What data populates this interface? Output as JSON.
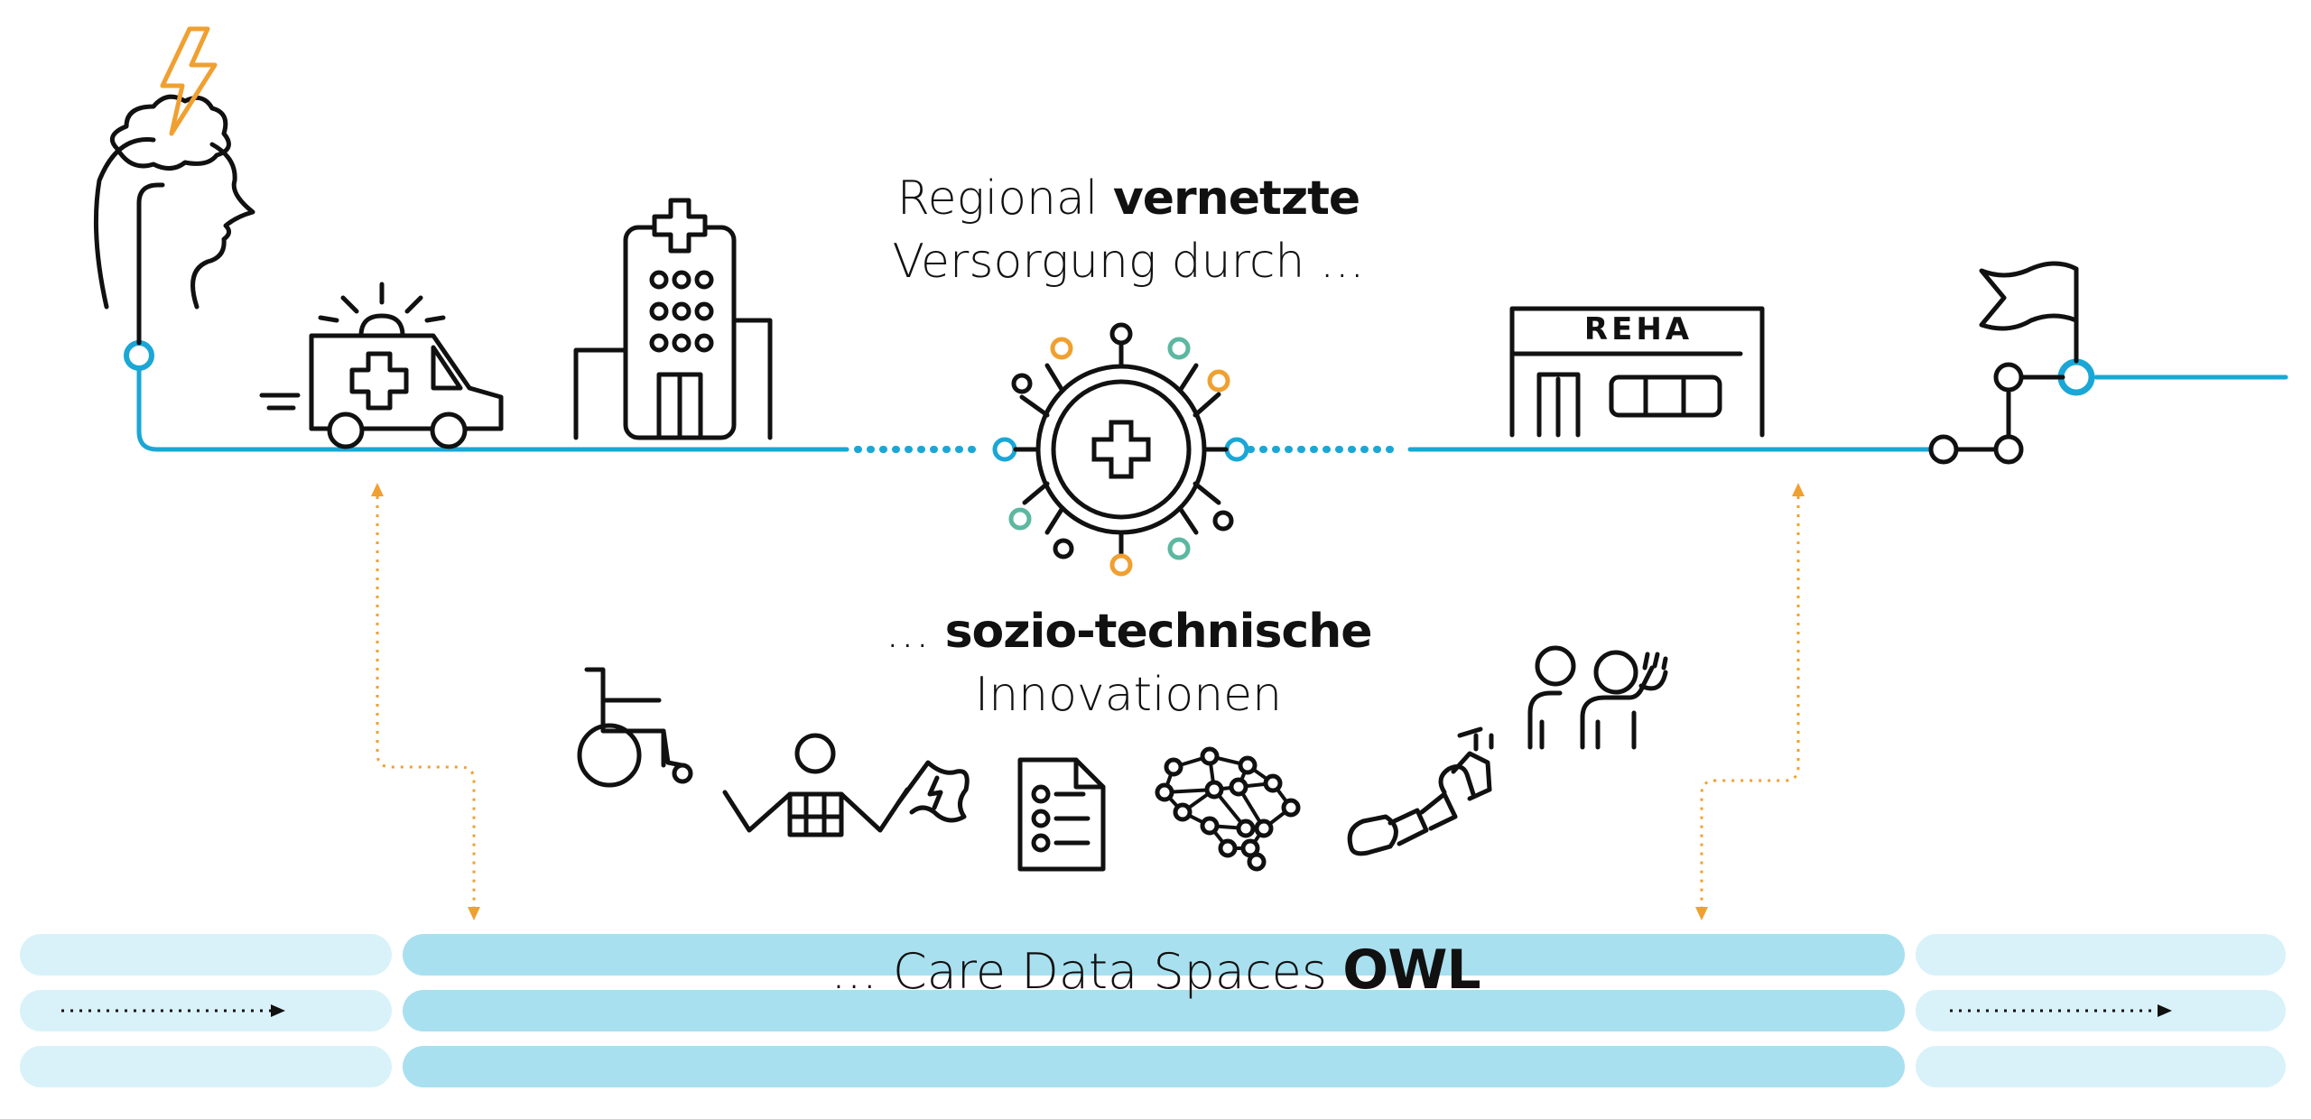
{
  "headline": {
    "line1_plain": "Regional ",
    "line1_bold": "vernetzte",
    "line2": "Versorgung durch ..."
  },
  "subheadline": {
    "prefix": "... ",
    "bold": "sozio-technische",
    "line2": "Innovationen"
  },
  "reha_sign": "REHA",
  "dataspace": {
    "plain": "... Care Data Spaces ",
    "bold": "OWL"
  },
  "colors": {
    "line": "#1aa7d6",
    "accent": "#f0a030",
    "teal": "#5cb8a0",
    "band": "#a9e0ef",
    "band_light": "#d9f2f9",
    "ink": "#111111"
  },
  "icons": [
    "head-stroke-icon",
    "ambulance-icon",
    "hospital-icon",
    "network-hub-icon",
    "reha-clinic-icon",
    "goal-flag-icon",
    "wheelchair-icon",
    "guide-person-icon",
    "checklist-document-icon",
    "brain-network-icon",
    "robot-arm-icon",
    "community-people-icon"
  ]
}
